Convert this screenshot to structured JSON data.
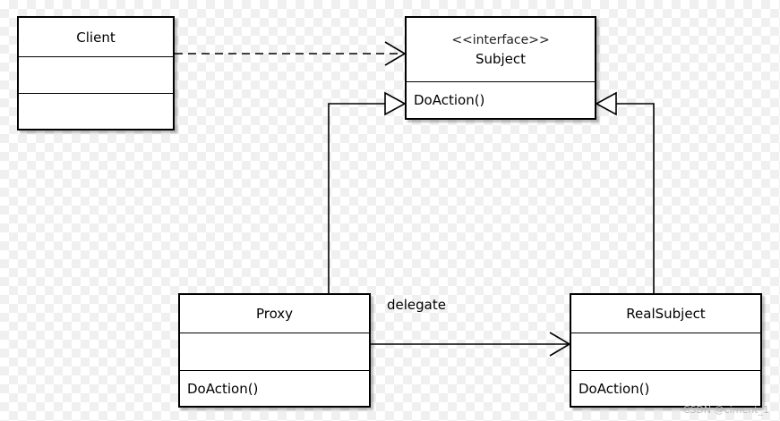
{
  "classes": {
    "client": {
      "name": "Client",
      "methods": ""
    },
    "subject": {
      "stereotype": "<<interface>>",
      "name": "Subject",
      "methods": "DoAction()"
    },
    "proxy": {
      "name": "Proxy",
      "methods": "DoAction()"
    },
    "real_subject": {
      "name": "RealSubject",
      "methods": "DoAction()"
    }
  },
  "relations": {
    "delegate_label": "delegate"
  },
  "watermark": "CSDN @ciment_1"
}
